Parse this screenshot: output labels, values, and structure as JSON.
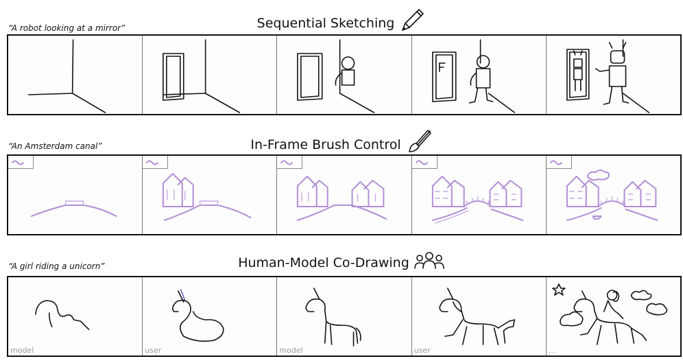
{
  "sections": [
    {
      "id": "sequential",
      "title": "Sequential Sketching",
      "title_icon": "pencil-icon",
      "prompt": "“A robot looking at a mirror”"
    },
    {
      "id": "brush",
      "title": "In-Frame Brush Control",
      "title_icon": "paintbrush-icon",
      "prompt": "“An Amsterdam canal”",
      "brush_color": "#b28ed6"
    },
    {
      "id": "codraw",
      "title": "Human-Model Co-Drawing",
      "title_icon": "people-icon",
      "prompt": "“A girl riding a unicorn”",
      "labels": [
        "model",
        "user",
        "model",
        "user",
        "..."
      ]
    }
  ]
}
